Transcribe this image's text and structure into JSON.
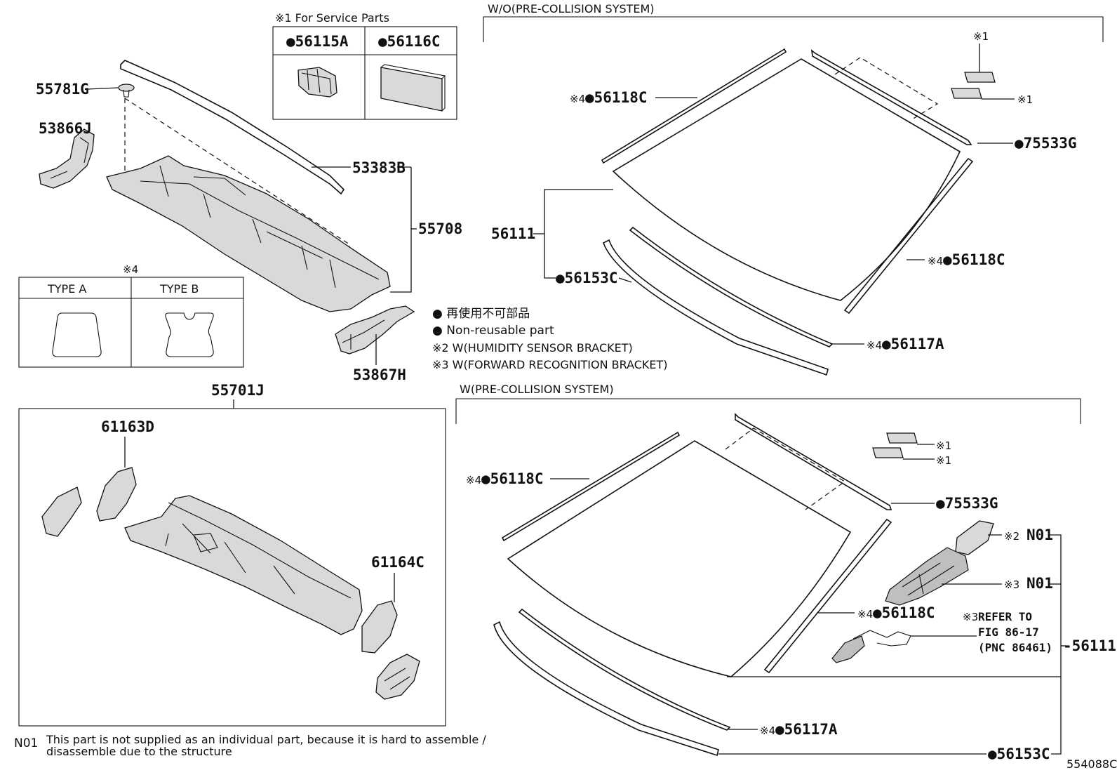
{
  "service_parts": {
    "title": "※1 For Service Parts",
    "col_a": "●56115A",
    "col_b": "●56116C"
  },
  "type_box": {
    "mark": "※4",
    "type_a": "TYPE  A",
    "type_b": "TYPE  B"
  },
  "sections": {
    "wo_pcs": "W/O(PRE-COLLISION SYSTEM)",
    "w_pcs": "W(PRE-COLLISION SYSTEM)"
  },
  "legend": {
    "line1": "● 再使用不可部品",
    "line2": "● Non-reusable part",
    "line3": "※2 W(HUMIDITY SENSOR BRACKET)",
    "line4": "※3 W(FORWARD RECOGNITION BRACKET)"
  },
  "parts_left": {
    "p55781G": "55781G",
    "p53866J": "53866J",
    "p53383B": "53383B",
    "p55708": "55708",
    "p53867H": "53867H",
    "p55701J": "55701J",
    "p61163D": "61163D",
    "p61164C": "61164C"
  },
  "parts_top": {
    "mark1a": "※1",
    "mark1b": "※1",
    "p56118C_top_mark": "※4",
    "p56118C_top": "●56118C",
    "p75533G": "●75533G",
    "p56111": "56111",
    "p56118C_right_mark": "※4",
    "p56118C_right": "●56118C",
    "p56153C": "●56153C",
    "p56117A_mark": "※4",
    "p56117A": "●56117A"
  },
  "parts_bottom": {
    "mark1a": "※1",
    "mark1b": "※1",
    "p56118C_left_mark": "※4",
    "p56118C_left": "●56118C",
    "p75533G": "●75533G",
    "n01_a_mark": "※2",
    "n01_a": "N01",
    "n01_b_mark": "※3",
    "n01_b": "N01",
    "p56118C_mid_mark": "※4",
    "p56118C_mid": "●56118C",
    "refer_mark": "※3",
    "refer_1": "REFER TO",
    "refer_2": "FIG 86-17",
    "refer_3": "(PNC 86461)",
    "p56111": "-56111",
    "p56117A_mark": "※4",
    "p56117A": "●56117A",
    "p56153C": "●56153C"
  },
  "footnote": {
    "code": "N01",
    "line1": "This part is not supplied as an individual part, because it is hard to assemble /",
    "line2": "disassemble due to the structure"
  },
  "figure_id": "554088C"
}
